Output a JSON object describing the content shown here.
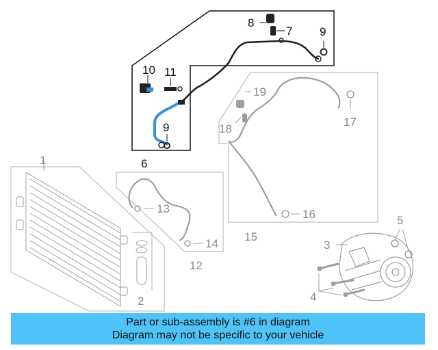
{
  "colors": {
    "highlight_outline": "#111111",
    "ghost_outline": "#b8b8b8",
    "ghost_part": "#9e9e9e",
    "highlight_part": "#222222",
    "accent_hose": "#3a8fd9",
    "banner_bg": "#4fc3f7"
  },
  "callouts": {
    "c1": "1",
    "c2": "2",
    "c3": "3",
    "c4": "4",
    "c5": "5",
    "c6": "6",
    "c7": "7",
    "c8": "8",
    "c9a": "9",
    "c9b": "9",
    "c10": "10",
    "c11": "11",
    "c12": "12",
    "c13": "13",
    "c14": "14",
    "c15": "15",
    "c16": "16",
    "c17": "17",
    "c18": "18",
    "c19": "19"
  },
  "banner": {
    "line1": "Part or sub-assembly is #6 in diagram",
    "line2": "Diagram may not be specific to your vehicle"
  }
}
